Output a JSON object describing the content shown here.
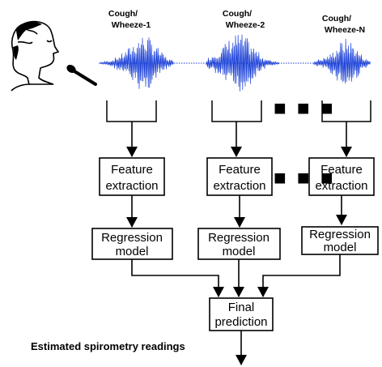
{
  "segments": [
    {
      "label_line1": "Cough/",
      "label_line2": "Wheeze-1"
    },
    {
      "label_line1": "Cough/",
      "label_line2": "Wheeze-2"
    },
    {
      "label_line1": "Cough/",
      "label_line2": "Wheeze-N"
    }
  ],
  "feature_box": {
    "line1": "Feature",
    "line2": "extraction"
  },
  "regression_box": {
    "line1": "Regression",
    "line2": "model"
  },
  "final_box": {
    "line1": "Final",
    "line2": "prediction"
  },
  "ellipsis": "■ ■ ■",
  "output_label": "Estimated spirometry readings",
  "colors": {
    "waveform": "#1a3fd6",
    "line": "#000000"
  }
}
